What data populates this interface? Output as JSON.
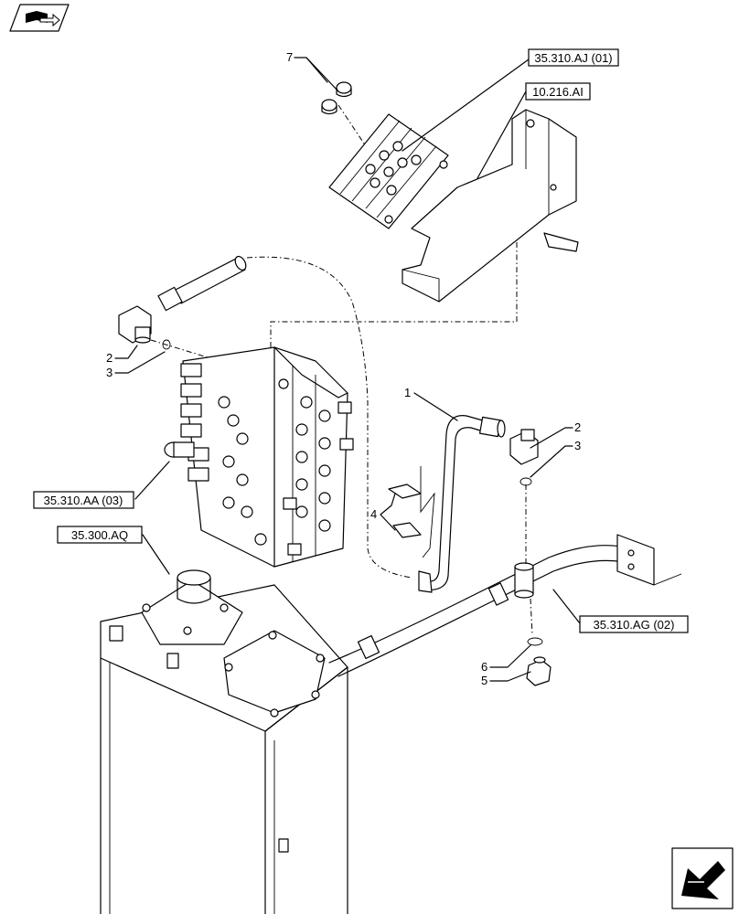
{
  "header": {
    "icon": "book-arrow-icon"
  },
  "footer": {
    "icon": "next-page-arrow-icon"
  },
  "references": {
    "r1": "35.310.AJ (01)",
    "r2": "10.216.AI",
    "r3": "35.310.AA (03)",
    "r4": "35.300.AQ",
    "r5": "35.310.AG (02)"
  },
  "callouts": {
    "c7": "7",
    "c2a": "2",
    "c3a": "3",
    "c1": "1",
    "c2b": "2",
    "c3b": "3",
    "c4": "4",
    "c6": "6",
    "c5": "5"
  }
}
